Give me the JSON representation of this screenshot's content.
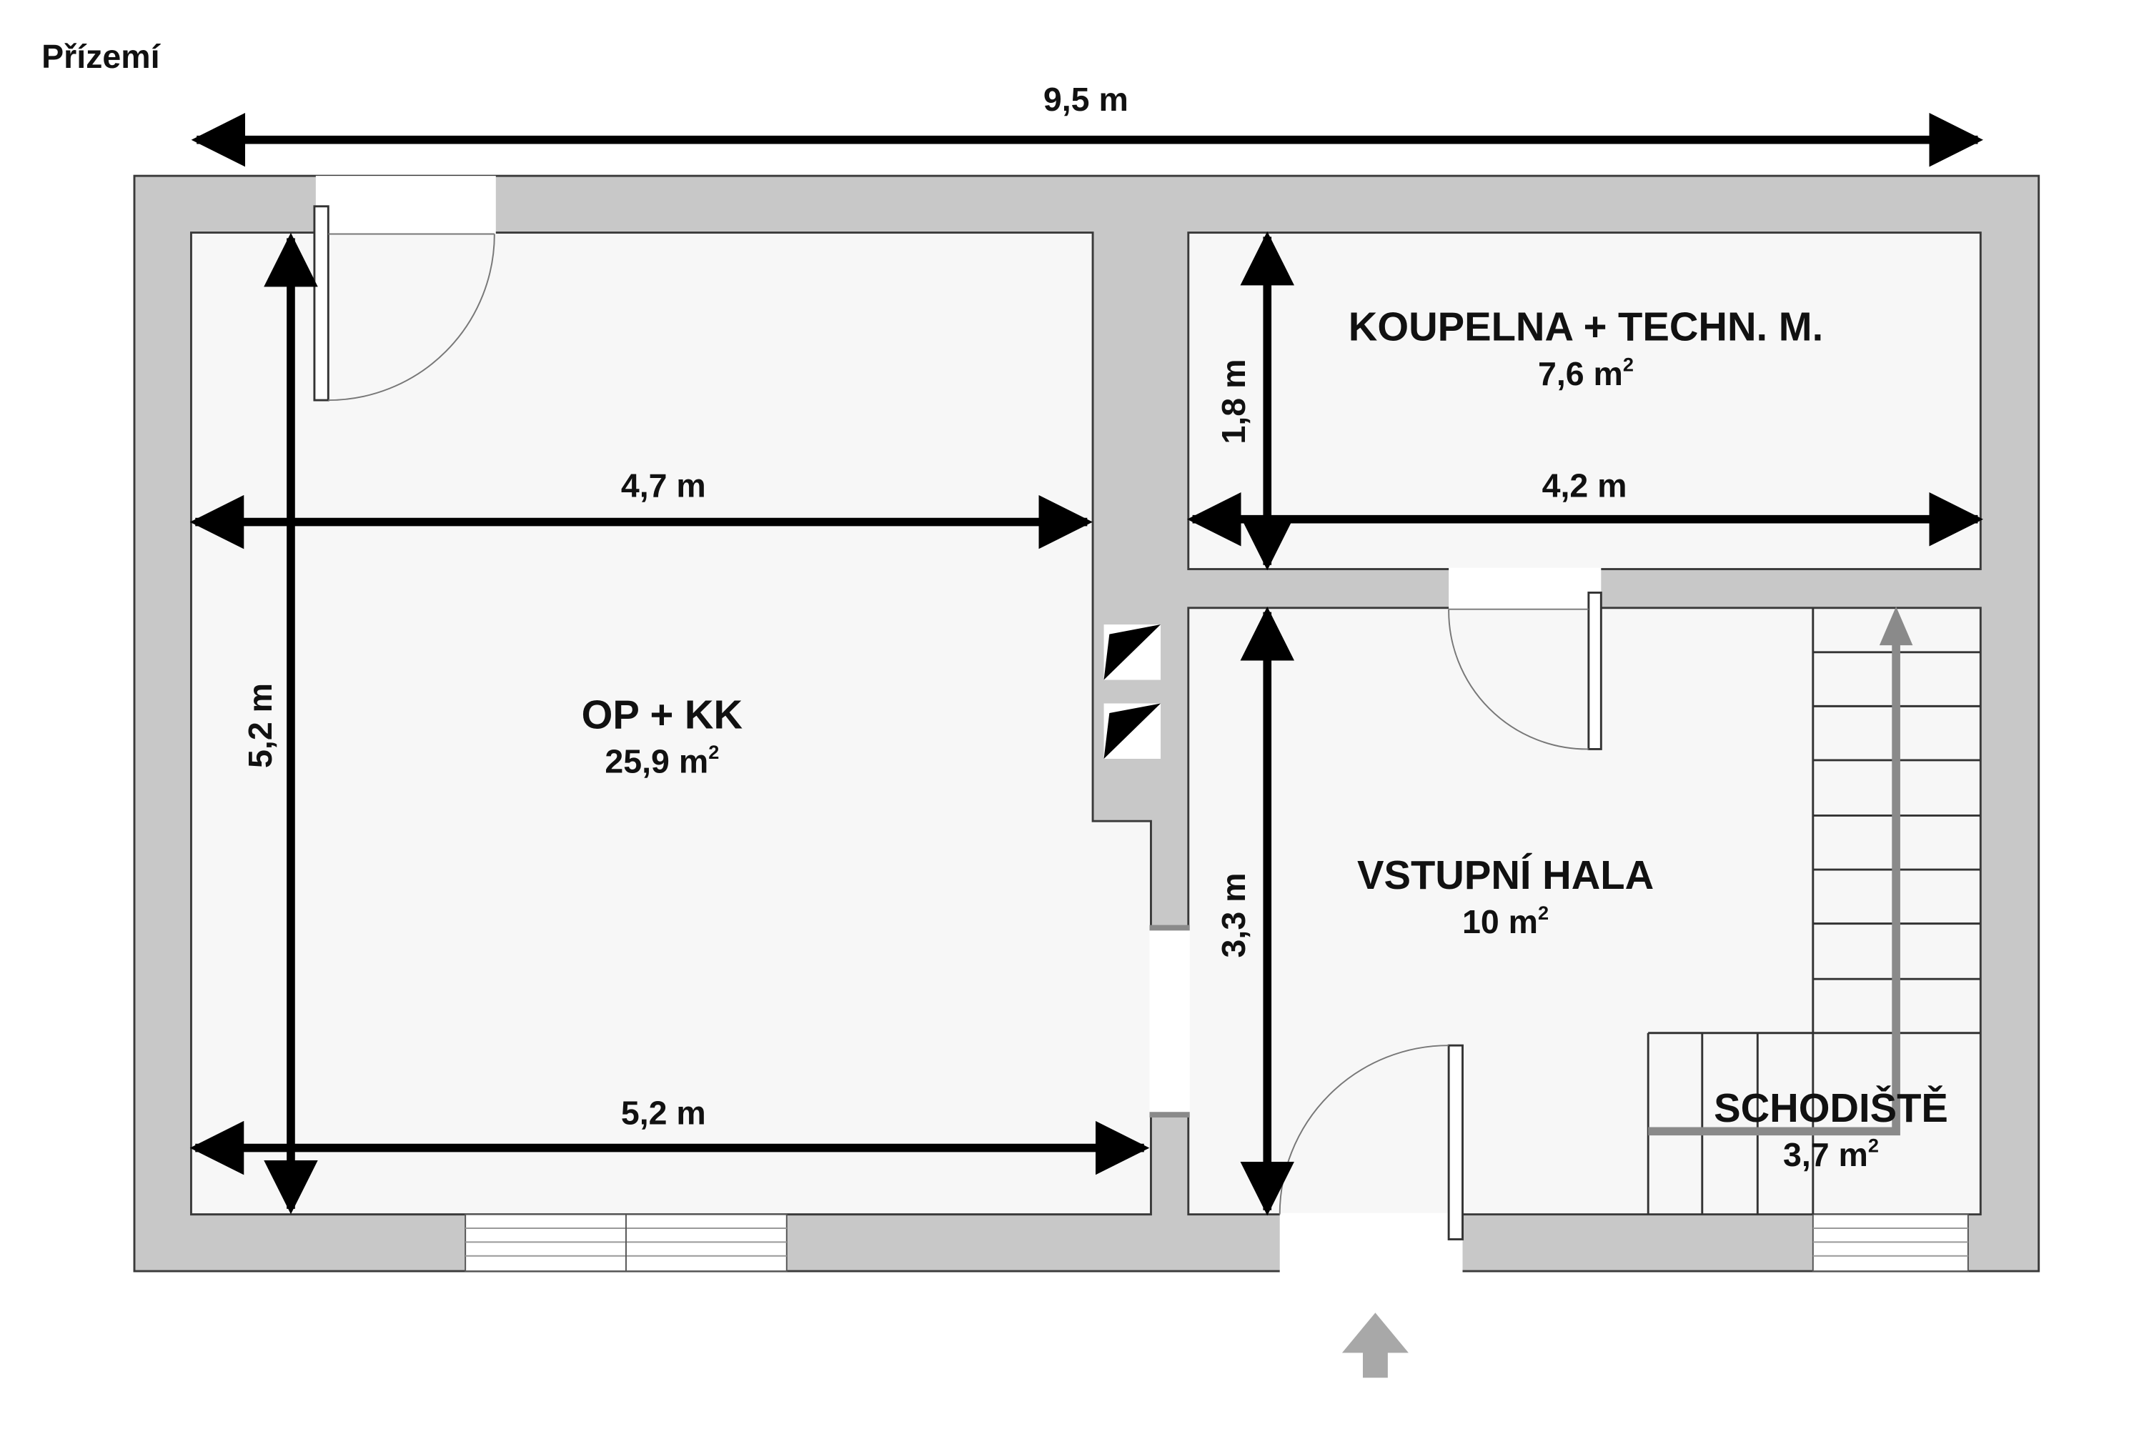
{
  "title": "Přízemí",
  "colors": {
    "wall": "#c8c8c8",
    "floor": "#f7f7f7",
    "outline": "#3a3a3a",
    "dimension": "#000000",
    "stair_arrow": "#8a8a8a"
  },
  "rooms": {
    "living": {
      "name": "OP + KK",
      "area_value": "25,9 m",
      "area_sup": "2"
    },
    "bathroom": {
      "name": "KOUPELNA + TECHN. M.",
      "area_value": "7,6 m",
      "area_sup": "2"
    },
    "hall": {
      "name": "VSTUPNÍ HALA",
      "area_value": "10 m",
      "area_sup": "2"
    },
    "stairs": {
      "name": "SCHODIŠTĚ",
      "area_value": "3,7 m",
      "area_sup": "2"
    }
  },
  "dimensions": {
    "overall_width": "9,5 m",
    "living_width_top": "4,7 m",
    "living_width_bottom": "5,2 m",
    "living_height": "5,2 m",
    "bathroom_width": "4,2 m",
    "bathroom_height": "1,8 m",
    "hall_height": "3,3 m"
  },
  "icons": {
    "entrance": "entrance-arrow-icon",
    "stairs_direction": "stairs-direction-arrow-icon"
  }
}
